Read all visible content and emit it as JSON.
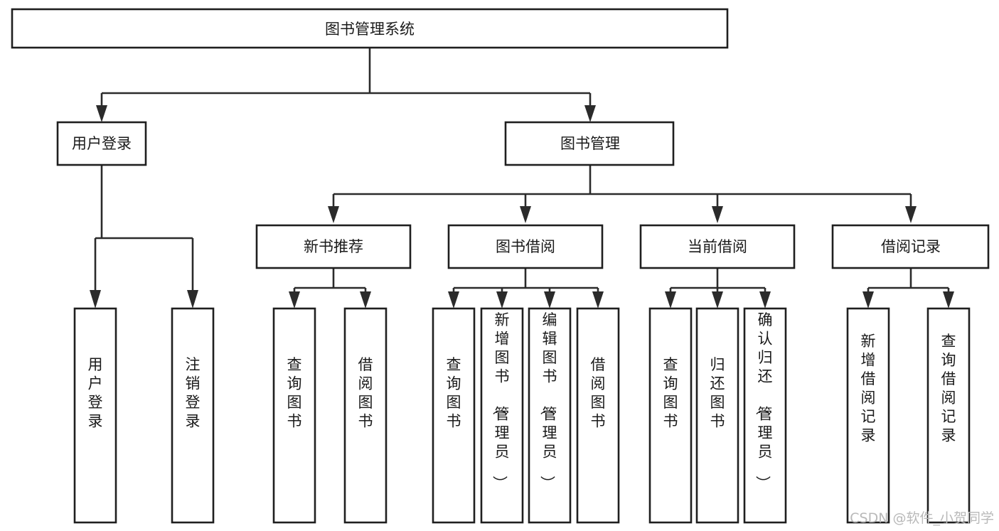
{
  "diagram": {
    "title": "图书管理系统",
    "type": "tree",
    "orientation": "top-down",
    "colors": {
      "node_fill": "#ffffff",
      "node_stroke": "#1f1f1f",
      "edge_stroke": "#2b2b2b",
      "text": "#1a1a1a",
      "watermark": "#b9b9b9",
      "background": "#ffffff"
    },
    "nodes": {
      "root": {
        "label": "图书管理系统"
      },
      "level2": [
        {
          "id": "user-login",
          "label": "用户登录"
        },
        {
          "id": "book-management",
          "label": "图书管理"
        }
      ],
      "level3": [
        {
          "id": "new-book-recommend",
          "label": "新书推荐"
        },
        {
          "id": "book-borrow",
          "label": "图书借阅"
        },
        {
          "id": "current-borrow",
          "label": "当前借阅"
        },
        {
          "id": "borrow-record",
          "label": "借阅记录"
        }
      ],
      "leaves": {
        "user-login": [
          {
            "id": "leaf-user-login",
            "label": "用户登录"
          },
          {
            "id": "leaf-user-logout",
            "label": "注销登录"
          }
        ],
        "new-book-recommend": [
          {
            "id": "leaf-query-book-1",
            "label": "查询图书"
          },
          {
            "id": "leaf-borrow-book-1",
            "label": "借阅图书"
          }
        ],
        "book-borrow": [
          {
            "id": "leaf-query-book-2",
            "label": "查询图书"
          },
          {
            "id": "leaf-add-book",
            "label": "新增图书（管理员）"
          },
          {
            "id": "leaf-edit-book",
            "label": "编辑图书（管理员）"
          },
          {
            "id": "leaf-borrow-book-2",
            "label": "借阅图书"
          }
        ],
        "current-borrow": [
          {
            "id": "leaf-query-book-3",
            "label": "查询图书"
          },
          {
            "id": "leaf-return-book",
            "label": "归还图书"
          },
          {
            "id": "leaf-confirm-return",
            "label": "确认归还（管理员）"
          }
        ],
        "borrow-record": [
          {
            "id": "leaf-add-record",
            "label": "新增借阅记录"
          },
          {
            "id": "leaf-query-record",
            "label": "查询借阅记录"
          }
        ]
      }
    },
    "watermark": "CSDN @软件_小贺同学"
  }
}
